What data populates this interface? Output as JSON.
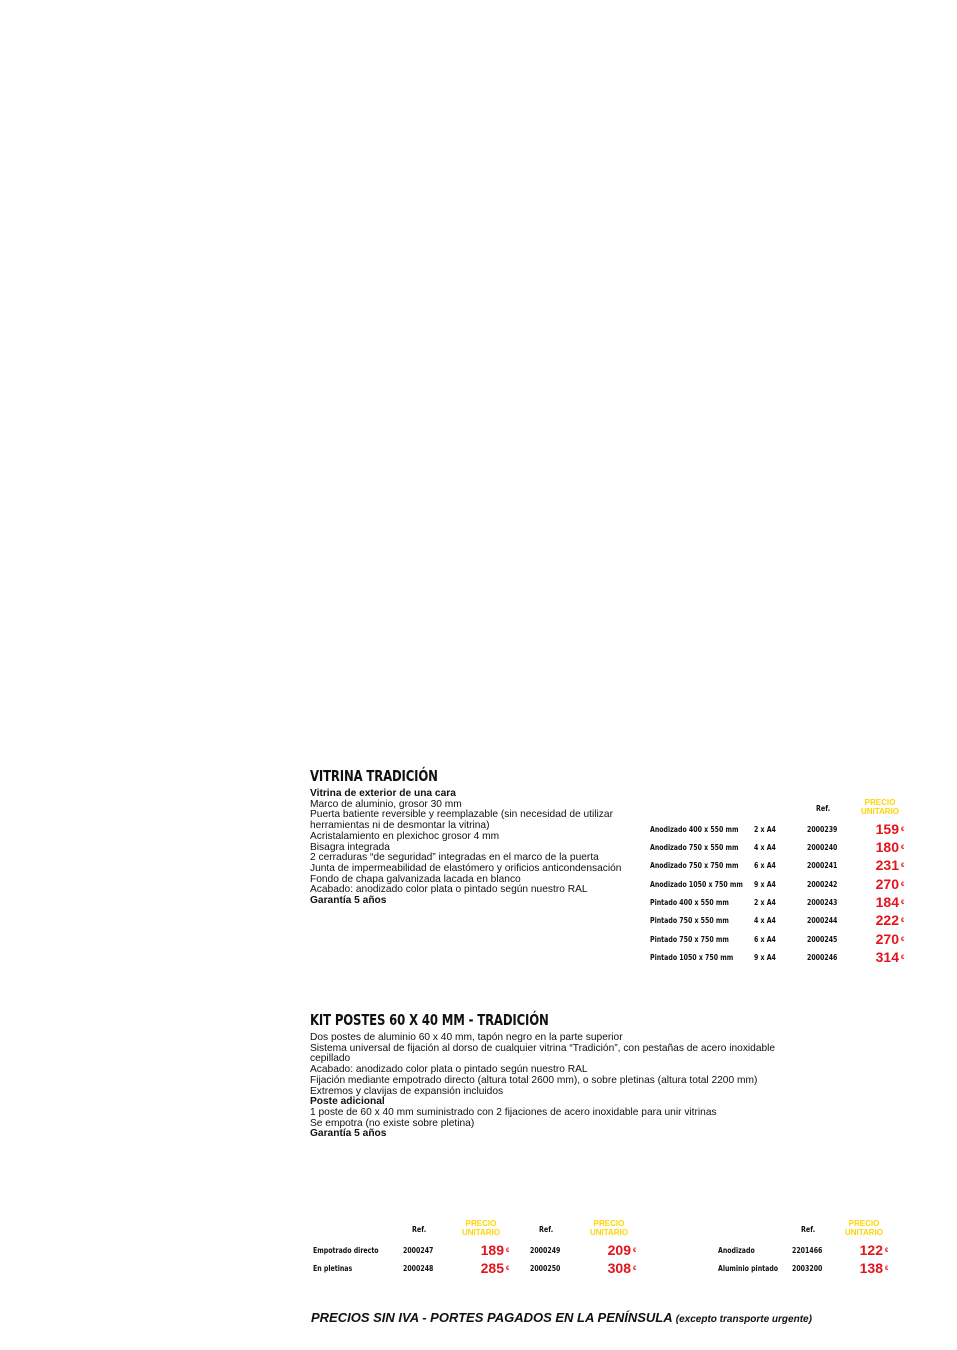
{
  "vitrina": {
    "title": "VITRINA TRADICIÓN",
    "subtitle": "Vitrina de exterior de una cara",
    "lines": [
      "Marco de aluminio, grosor 30 mm",
      "Puerta batiente reversible y reemplazable (sin necesidad de utilizar herramientas ni de desmontar la vitrina)",
      "Acristalamiento en plexichoc grosor 4 mm",
      "Bisagra integrada",
      "2 cerraduras “de seguridad” integradas en el marco de la puerta",
      "Junta de impermeabilidad de elastómero y orificios anticondensación",
      "Fondo de chapa galvanizada lacada en blanco",
      "Acabado: anodizado color plata o pintado según nuestro RAL"
    ],
    "warranty": "Garantía 5 años",
    "table": {
      "ref_header": "Ref.",
      "price_header": "PRECIO UNITARIO",
      "rows": [
        {
          "model": "Anodizado 400 x 550 mm",
          "format": "2 x A4",
          "ref": "2000239",
          "price": "159"
        },
        {
          "model": "Anodizado 750 x 550 mm",
          "format": "4 x A4",
          "ref": "2000240",
          "price": "180"
        },
        {
          "model": "Anodizado 750 x 750 mm",
          "format": "6 x A4",
          "ref": "2000241",
          "price": "231"
        },
        {
          "model": "Anodizado 1050 x 750 mm",
          "format": "9 x A4",
          "ref": "2000242",
          "price": "270"
        },
        {
          "model": "Pintado 400 x 550 mm",
          "format": "2 x A4",
          "ref": "2000243",
          "price": "184"
        },
        {
          "model": "Pintado 750 x 550 mm",
          "format": "4 x A4",
          "ref": "2000244",
          "price": "222"
        },
        {
          "model": "Pintado 750 x 750 mm",
          "format": "6 x A4",
          "ref": "2000245",
          "price": "270"
        },
        {
          "model": "Pintado 1050 x 750 mm",
          "format": "9 x A4",
          "ref": "2000246",
          "price": "314"
        }
      ]
    }
  },
  "kit": {
    "title": "KIT POSTES 60 X 40 MM - TRADICIÓN",
    "lines": [
      "Dos postes de aluminio 60 x 40 mm, tapón negro en la parte superior",
      "Sistema universal de fijación al dorso de cualquier vitrina “Tradición”, con pestañas de acero inoxidable cepillado",
      "Acabado: anodizado color plata o pintado según nuestro RAL",
      "Fijación mediante empotrado directo (altura total 2600 mm), o sobre pletinas (altura total 2200 mm)",
      "Extremos y clavijas de expansión incluidos"
    ],
    "extra_title": "Poste adicional",
    "extra_lines": [
      "1 poste de 60 x 40 mm suministrado con 2 fijaciones de acero inoxidable para unir vitrinas",
      "Se empotra (no existe sobre pletina)"
    ],
    "warranty": "Garantía 5 años",
    "table": {
      "ref_header": "Ref.",
      "price_header": "PRECIO UNITARIO",
      "rows": [
        {
          "label": "Empotrado directo",
          "ref1": "2000247",
          "price1": "189",
          "ref2": "2000249",
          "price2": "209",
          "finish": "Anodizado",
          "ref3": "2201466",
          "price3": "122"
        },
        {
          "label": "En pletinas",
          "ref1": "2000248",
          "price1": "285",
          "ref2": "2000250",
          "price2": "308",
          "finish": "Aluminio pintado",
          "ref3": "2003200",
          "price3": "138"
        }
      ]
    }
  },
  "currency": "€",
  "footer": {
    "main": "PRECIOS SIN IVA - PORTES PAGADOS EN LA PENÍNSULA",
    "note": "(excepto transporte urgente)"
  },
  "colors": {
    "price": "#e3141d",
    "header_accent": "#ffd400"
  }
}
